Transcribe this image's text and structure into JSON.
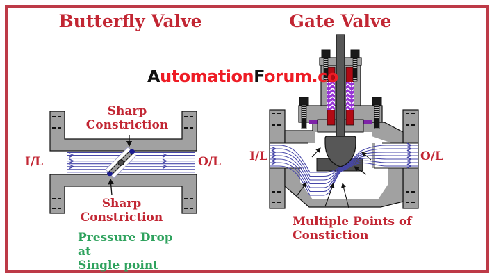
{
  "titles": {
    "butterfly": "Butterfly Valve",
    "gate": "Gate Valve"
  },
  "watermark": {
    "parts": [
      {
        "text": "A",
        "tone": "dark"
      },
      {
        "text": "utomation",
        "tone": "red"
      },
      {
        "text": "F",
        "tone": "dark"
      },
      {
        "text": "orum.co",
        "tone": "red"
      }
    ]
  },
  "butterfly": {
    "inlet": "I/L",
    "outlet": "O/L",
    "label_top": "Sharp\nConstriction",
    "label_bottom": "Sharp\nConstriction",
    "caption": "Pressure Drop at\nSingle point"
  },
  "gate": {
    "inlet": "I/L",
    "outlet": "O/L",
    "caption": "Multiple Points of\nConstiction"
  },
  "colors": {
    "frame": "#BD3A47",
    "title_red": "#C22633",
    "caption_green": "#2EA25D",
    "watermark_red": "#EE1C25",
    "watermark_dark": "#111111",
    "body_gray": "#A1A1A1",
    "dark_metal": "#575757",
    "flow_blue": "#4646A8",
    "packing_red": "#B20A14",
    "packing_purple": "#9733D6",
    "gasket_purple": "#7E22A8",
    "disc_end_blue": "#1B1B8F"
  }
}
